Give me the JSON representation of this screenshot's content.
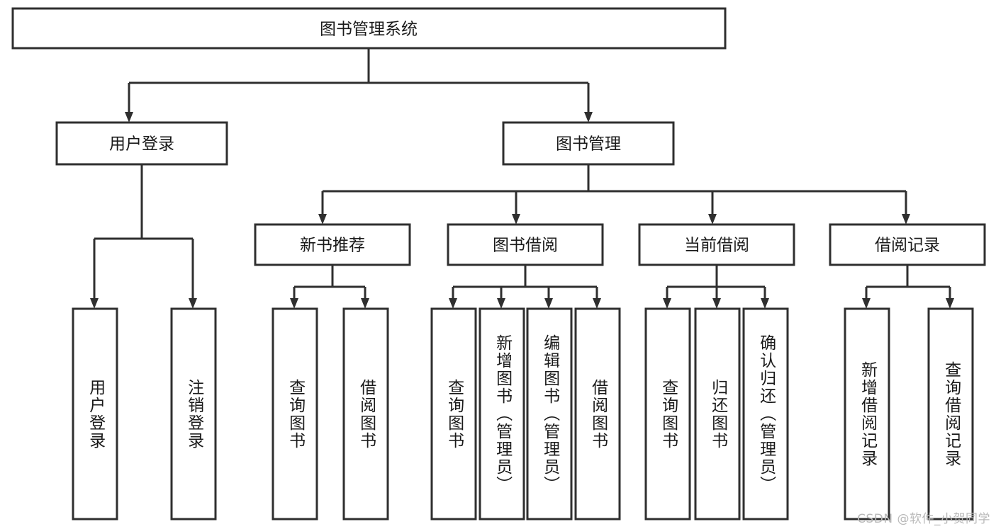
{
  "diagram": {
    "type": "tree",
    "title": "图书管理系统",
    "orientation": "top-down",
    "style": {
      "background": "#ffffff",
      "box_fill": "#ffffff",
      "box_stroke": "#2f2f2f",
      "line_color": "#2f2f2f",
      "text_color": "#1a1a1a",
      "watermark_color": "#b9b9b9"
    }
  },
  "root": {
    "label": "图书管理系统"
  },
  "level2": [
    {
      "label": "用户登录"
    },
    {
      "label": "图书管理"
    }
  ],
  "level3": [
    {
      "label": "新书推荐"
    },
    {
      "label": "图书借阅"
    },
    {
      "label": "当前借阅"
    },
    {
      "label": "借阅记录"
    }
  ],
  "leaves": {
    "user_login": [
      {
        "label": "用户登录"
      },
      {
        "label": "注销登录"
      }
    ],
    "new_book_recommend": [
      {
        "label": "查询图书"
      },
      {
        "label": "借阅图书"
      }
    ],
    "book_borrow": [
      {
        "label": "查询图书"
      },
      {
        "label": "新增图书（管理员）"
      },
      {
        "label": "编辑图书（管理员）"
      },
      {
        "label": "借阅图书"
      }
    ],
    "current_borrow": [
      {
        "label": "查询图书"
      },
      {
        "label": "归还图书"
      },
      {
        "label": "确认归还（管理员）"
      }
    ],
    "borrow_record": [
      {
        "label": "新增借阅记录"
      },
      {
        "label": "查询借阅记录"
      }
    ]
  },
  "watermark": {
    "text": "CSDN @软件_小贺同学"
  }
}
